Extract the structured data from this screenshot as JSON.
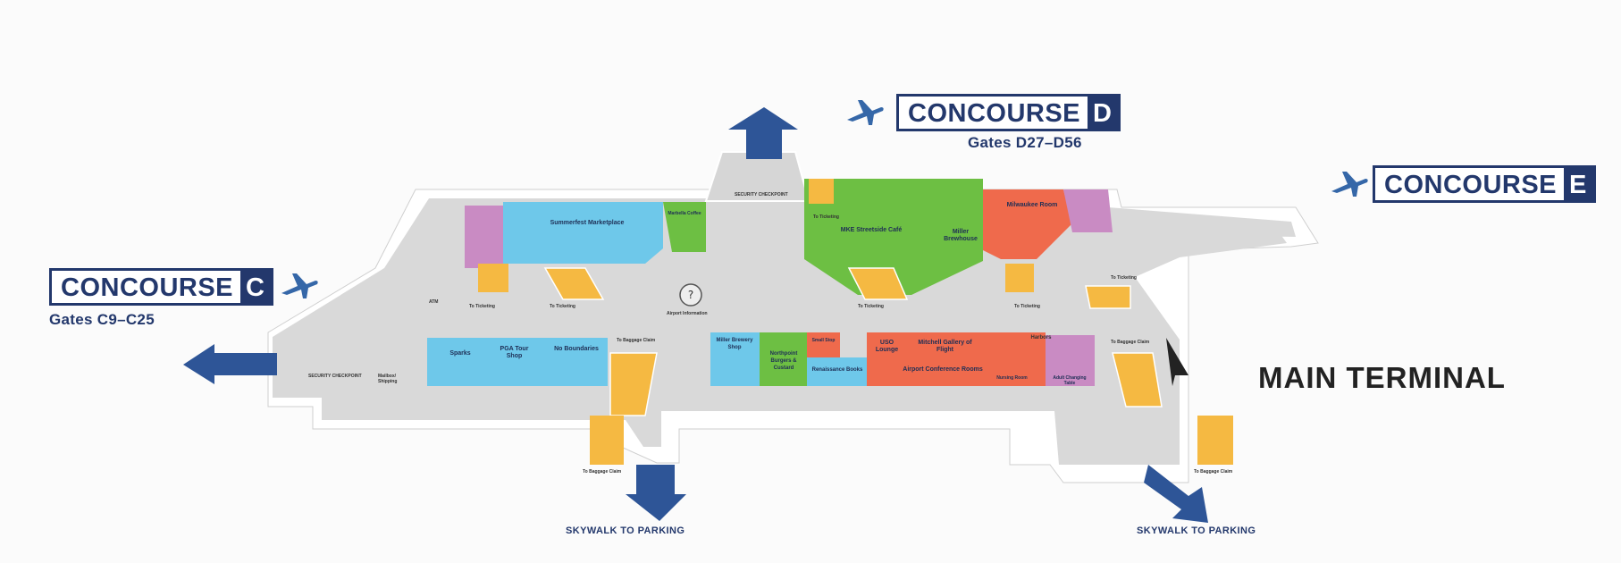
{
  "concourses": {
    "d": {
      "word": "CONCOURSE",
      "letter": "D",
      "gates": "Gates D27–D56"
    },
    "e": {
      "word": "CONCOURSE",
      "letter": "E"
    },
    "c": {
      "word": "CONCOURSE",
      "letter": "C",
      "gates": "Gates C9–C25"
    }
  },
  "main_terminal": "MAIN TERMINAL",
  "skywalks": {
    "left": "SKYWALK TO PARKING",
    "right": "SKYWALK TO PARKING"
  },
  "venues": {
    "summerfest": "Summerfest Marketplace",
    "coffee": "Marbella Coffee",
    "mke_cafe": "MKE Streetside Café",
    "miller_brewhouse": "Miller Brewhouse",
    "milwaukee_room": "Milwaukee Room",
    "sparks": "Sparks",
    "pga": "PGA Tour Shop",
    "no_boundaries": "No Boundaries",
    "miller_brewery": "Miller Brewery Shop",
    "northpoint": "Northpoint Burgers & Custard",
    "small": "Small Stop",
    "renaissance": "Renaissance Books",
    "uso": "USO Lounge",
    "mitchell": "Mitchell Gallery of Flight",
    "airport_conf": "Airport Conference Rooms",
    "nursing": "Nursing Room",
    "adult_changing": "Adult Changing Table",
    "harbors": "Harbors"
  },
  "small_labels": {
    "security_left": "SECURITY CHECKPOINT",
    "security_top": "SECURITY CHECKPOINT",
    "airport_info": "Airport Information",
    "atm": "ATM",
    "mailbox": "Mailbox/ Shipping",
    "to_ticketing": "To Ticketing",
    "to_baggage": "To Baggage Claim"
  },
  "colors": {
    "navy": "#23386c",
    "blue_shop": "#6ec8ea",
    "green_food": "#6dbf43",
    "orange_red": "#ef6a4c",
    "pink": "#c98bc3",
    "yellow": "#f5b942",
    "floor": "#d9d9d9",
    "wall": "#ffffff"
  }
}
